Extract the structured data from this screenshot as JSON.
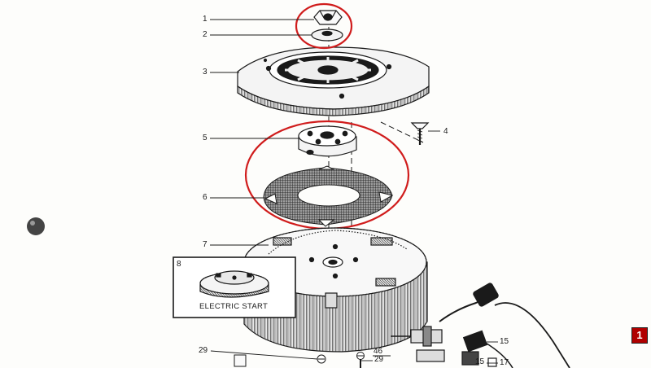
{
  "diagram": {
    "callouts": [
      {
        "id": "c1",
        "label": "1"
      },
      {
        "id": "c2",
        "label": "2"
      },
      {
        "id": "c3",
        "label": "3"
      },
      {
        "id": "c4",
        "label": "4"
      },
      {
        "id": "c5",
        "label": "5"
      },
      {
        "id": "c6",
        "label": "6"
      },
      {
        "id": "c7",
        "label": "7"
      },
      {
        "id": "c29a",
        "label": "29"
      },
      {
        "id": "c29b",
        "label": "29"
      },
      {
        "id": "c46",
        "label": "46"
      },
      {
        "id": "c15a",
        "label": "15"
      },
      {
        "id": "c15b",
        "label": "15"
      },
      {
        "id": "c17",
        "label": "17"
      }
    ],
    "inset": {
      "number": "8",
      "caption": "ELECTRIC START"
    },
    "highlight_color": "#d01c1c",
    "line_color": "#1a1a1a"
  },
  "page_badge": {
    "label": "1",
    "color": "#b00000"
  }
}
